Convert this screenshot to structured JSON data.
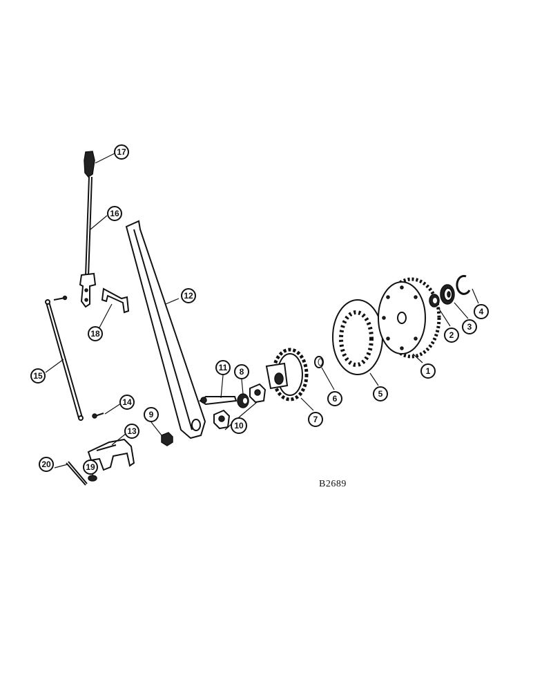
{
  "figure": {
    "reference_code": "B2689"
  },
  "callouts": [
    {
      "id": "c1",
      "label": "1"
    },
    {
      "id": "c2",
      "label": "2"
    },
    {
      "id": "c3",
      "label": "3"
    },
    {
      "id": "c4",
      "label": "4"
    },
    {
      "id": "c5",
      "label": "5"
    },
    {
      "id": "c6",
      "label": "6"
    },
    {
      "id": "c7",
      "label": "7"
    },
    {
      "id": "c8",
      "label": "8"
    },
    {
      "id": "c9",
      "label": "9"
    },
    {
      "id": "c10",
      "label": "10"
    },
    {
      "id": "c11",
      "label": "11"
    },
    {
      "id": "c12",
      "label": "12"
    },
    {
      "id": "c13",
      "label": "13"
    },
    {
      "id": "c14",
      "label": "14"
    },
    {
      "id": "c15",
      "label": "15"
    },
    {
      "id": "c16",
      "label": "16"
    },
    {
      "id": "c17",
      "label": "17"
    },
    {
      "id": "c18",
      "label": "18"
    },
    {
      "id": "c19",
      "label": "19"
    },
    {
      "id": "c20",
      "label": "20"
    }
  ]
}
